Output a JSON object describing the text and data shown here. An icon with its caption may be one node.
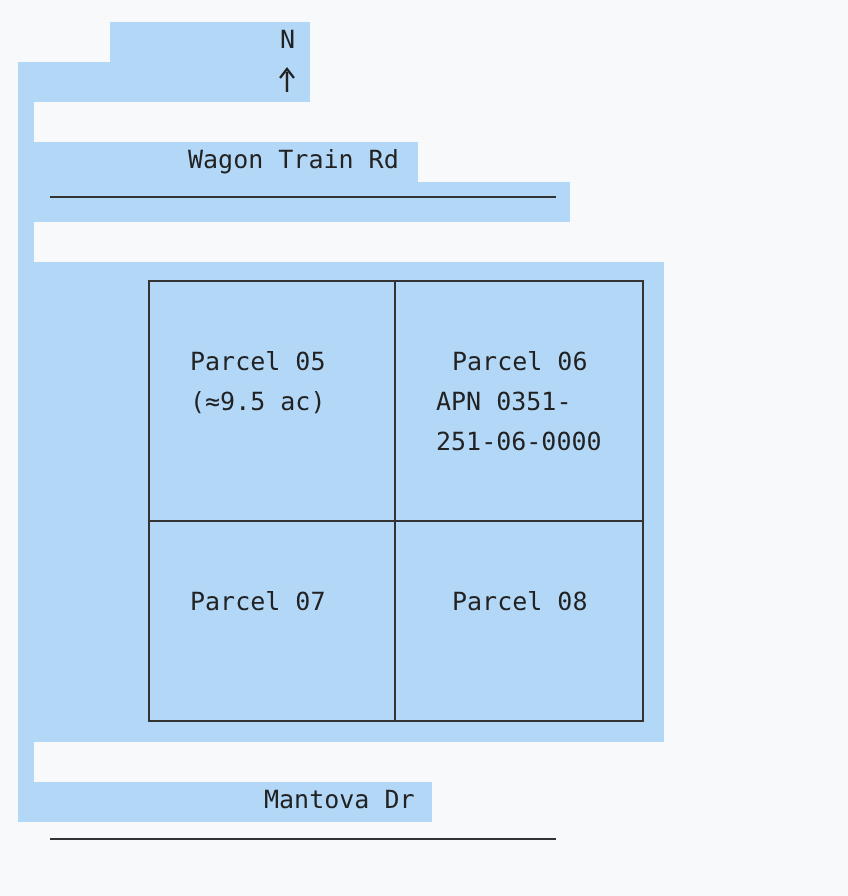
{
  "diagram": {
    "nodes": [
      {
        "text": [
          "Parcel 05",
          "(≈9.5 ac)"
        ]
      },
      {
        "text": [
          "Parcel 06",
          "APN 0351- 251-06-0000"
        ]
      },
      {
        "text": [
          "Parcel 07"
        ]
      },
      {
        "text": [
          "Parcel 08"
        ]
      }
    ],
    "edges": [],
    "labels": [
      "N",
      "Wagon Train Rd",
      "Mantova Dr"
    ]
  }
}
